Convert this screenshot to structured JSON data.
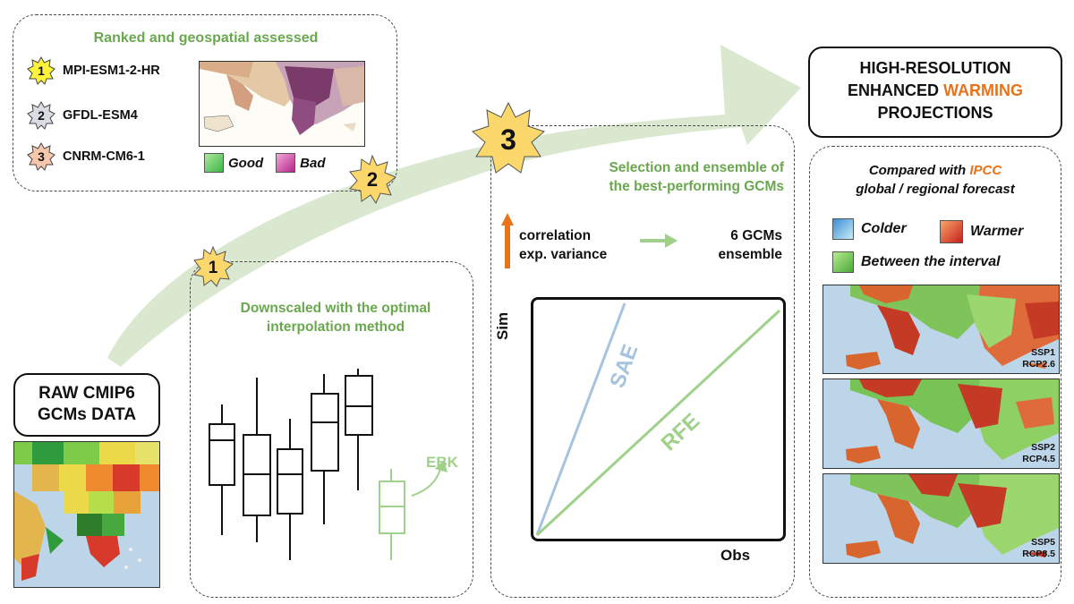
{
  "ranking": {
    "title": "Ranked and geospatial assessed",
    "items": [
      {
        "rank": "1",
        "name": "MPI-ESM1-2-HR",
        "color": "#fff23a"
      },
      {
        "rank": "2",
        "name": "GFDL-ESM4",
        "color": "#d9dde3"
      },
      {
        "rank": "3",
        "name": "CNRM-CM6-1",
        "color": "#f6c7ad"
      }
    ],
    "legend_good": "Good",
    "legend_bad": "Bad"
  },
  "raw_data": {
    "line1": "RAW CMIP6",
    "line2": "GCMs DATA"
  },
  "step1": {
    "badge": "1",
    "title_line1": "Downscaled with the optimal",
    "title_line2": "interpolation method",
    "ebk_label": "EBK"
  },
  "step2": {
    "badge": "2"
  },
  "step3": {
    "badge": "3",
    "title_line1": "Selection and ensemble of",
    "title_line2": "the best-performing GCMs",
    "metric_line1": "correlation",
    "metric_line2": "exp. variance",
    "result_line1": "6 GCMs",
    "result_line2": "ensemble",
    "y_axis": "Sim",
    "x_axis": "Obs",
    "line_sae": "SAE",
    "line_rfe": "RFE"
  },
  "output": {
    "line1": "HIGH-RESOLUTION",
    "line2_prefix": "ENHANCED ",
    "line2_highlight": "WARMING",
    "line3": "PROJECTIONS"
  },
  "comparison": {
    "title_prefix": "Compared with ",
    "title_highlight": "IPCC",
    "title_line2": "global / regional forecast",
    "colder": "Colder",
    "warmer": "Warmer",
    "between": "Between the interval",
    "scenarios": [
      {
        "ssp": "SSP1",
        "rcp": "RCP2.6"
      },
      {
        "ssp": "SSP2",
        "rcp": "RCP4.5"
      },
      {
        "ssp": "SSP5",
        "rcp": "RCP8.5"
      }
    ]
  },
  "colors": {
    "accent_green": "#6aa84f",
    "accent_orange": "#e8731a",
    "arrow_green": "#d3e4c8",
    "badge_fill": "#fcd76b",
    "sae_line": "#a6c3e0",
    "rfe_line": "#9fd18b"
  }
}
